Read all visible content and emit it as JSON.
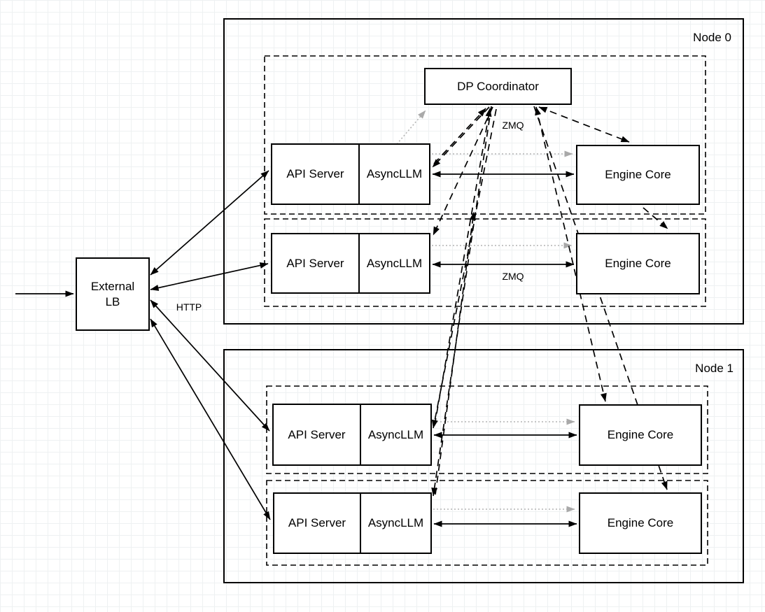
{
  "diagram": {
    "colors": {
      "line": "#000000",
      "muted_line": "#b4b4b4",
      "grid": "#eef1f2"
    },
    "external_lb": {
      "line1": "External",
      "line2": "LB"
    },
    "dp_coordinator_label": "DP Coordinator",
    "http_label": "HTTP",
    "zmq_coordinator_label": "ZMQ",
    "zmq_row2_label": "ZMQ",
    "nodes": [
      {
        "label": "Node 0",
        "rows": [
          {
            "api": "API Server",
            "async": "AsyncLLM",
            "engine": "Engine Core"
          },
          {
            "api": "API Server",
            "async": "AsyncLLM",
            "engine": "Engine Core"
          }
        ]
      },
      {
        "label": "Node 1",
        "rows": [
          {
            "api": "API Server",
            "async": "AsyncLLM",
            "engine": "Engine Core"
          },
          {
            "api": "API Server",
            "async": "AsyncLLM",
            "engine": "Engine Core"
          }
        ]
      }
    ]
  }
}
